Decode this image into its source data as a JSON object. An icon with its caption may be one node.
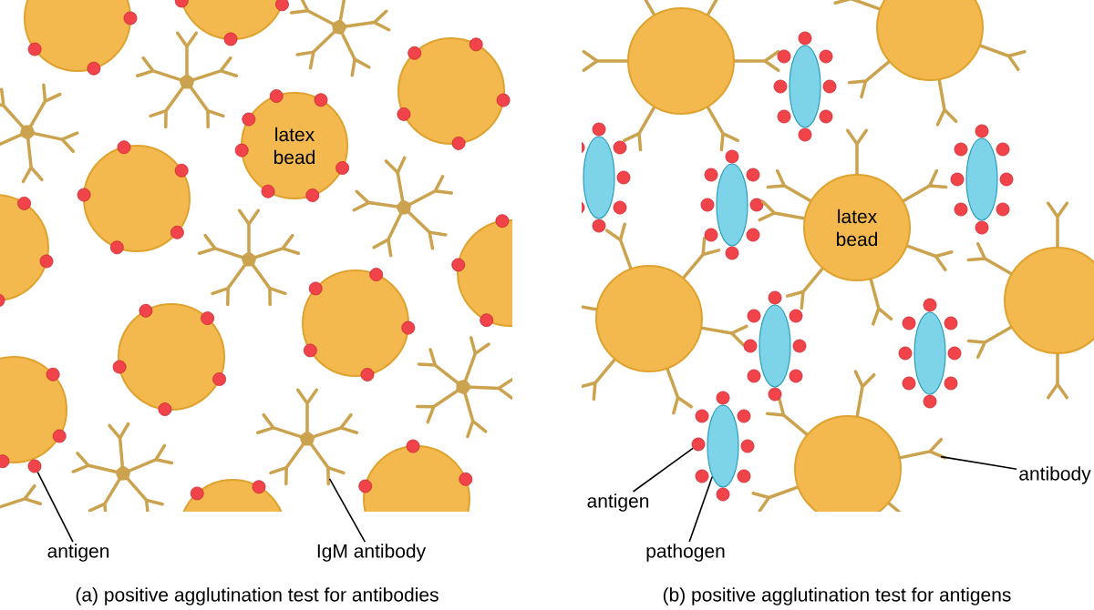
{
  "diagram": {
    "nodes": [
      {
        "text": [
          "latex bead"
        ]
      },
      {
        "text": [
          "antigen"
        ]
      },
      {
        "text": [],
        "shape": "circle"
      },
      {
        "text": [
          "IgM antibody"
        ]
      },
      {
        "text": [],
        "shape": "picture"
      },
      {
        "text": [
          "latex bead"
        ]
      },
      {
        "text": [
          "antigen"
        ]
      },
      {
        "text": [],
        "shape": "circle"
      },
      {
        "text": [
          "pathogen"
        ]
      },
      {
        "text": [],
        "shape": "ellipse"
      },
      {
        "text": [
          "antibody"
        ]
      },
      {
        "text": [],
        "shape": "picture"
      }
    ],
    "edges": [
      {
        "from": 1,
        "to": 2,
        "arrow": "none"
      },
      {
        "from": 3,
        "to": 4,
        "arrow": "none"
      },
      {
        "from": 6,
        "to": 7,
        "arrow": "none"
      },
      {
        "from": 8,
        "to": 9,
        "arrow": "none"
      },
      {
        "from": 10,
        "to": 11,
        "arrow": "none"
      }
    ],
    "labels": [
      "(a) positive agglutination test for antibodies",
      "(b) positive agglutination test for antigens"
    ]
  }
}
